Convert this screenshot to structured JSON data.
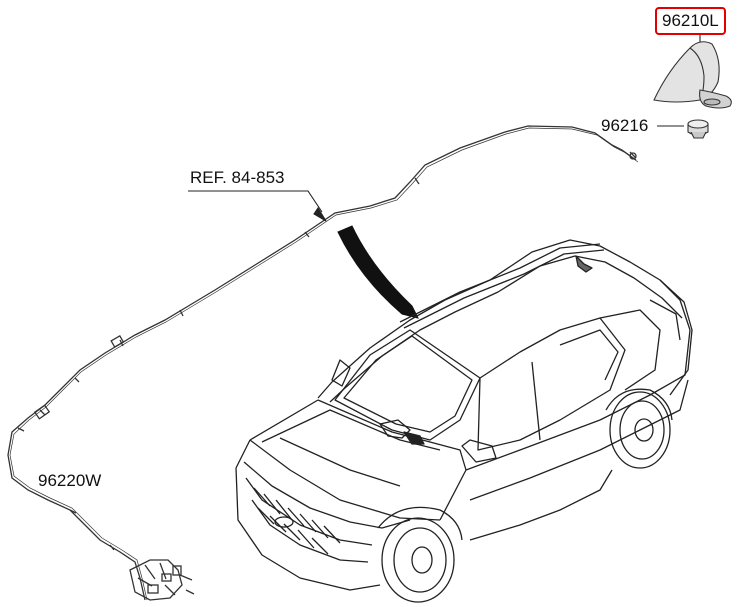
{
  "labels": {
    "antenna": "96210L",
    "grommet": "96216",
    "ref": "REF. 84-853",
    "harness": "96220W"
  },
  "colors": {
    "highlight_border": "#e00000",
    "line": "#222222",
    "antenna_fill": "#e3e3e3"
  }
}
